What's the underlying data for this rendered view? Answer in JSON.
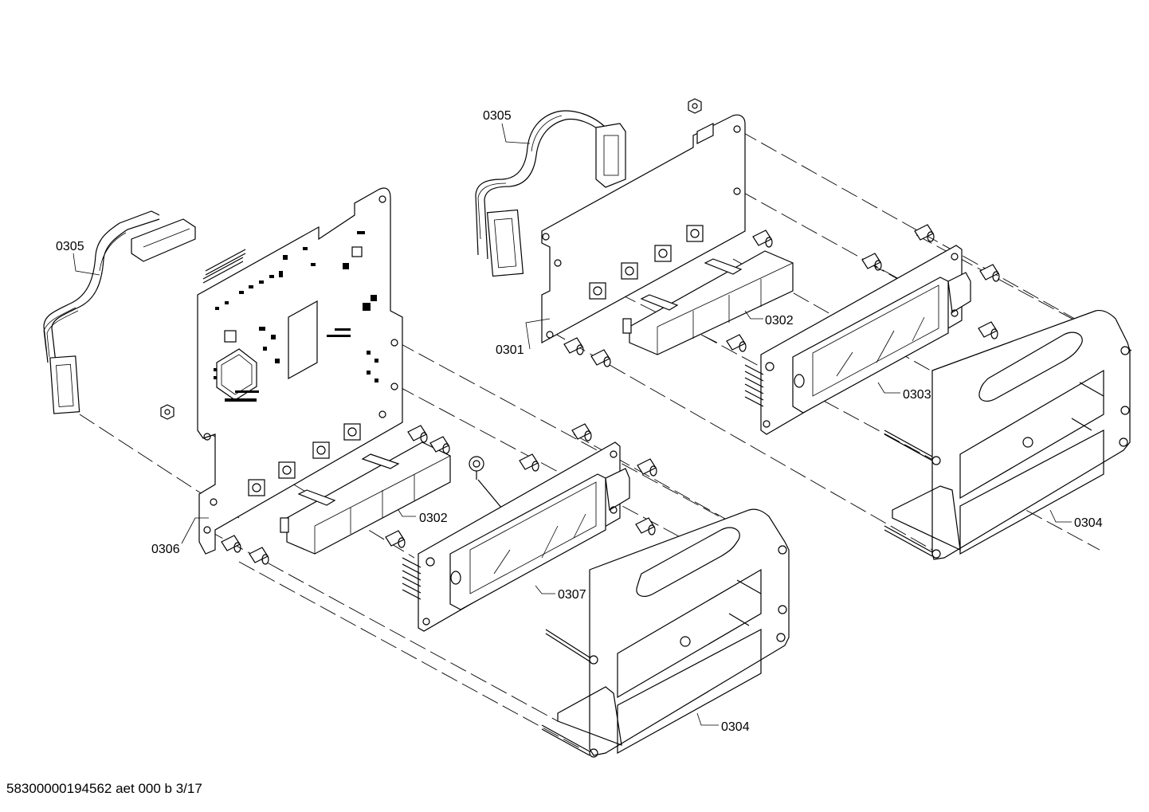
{
  "labels": {
    "cable_left": "0305",
    "cable_right": "0305",
    "board_left": "0306",
    "board_right": "0301",
    "keypad_left": "0302",
    "keypad_right": "0302",
    "display_left": "0307",
    "display_right": "0303",
    "bracket_left": "0304",
    "bracket_right": "0304"
  },
  "footer": {
    "code": "58300000194562 aet 000 b 3/17"
  }
}
